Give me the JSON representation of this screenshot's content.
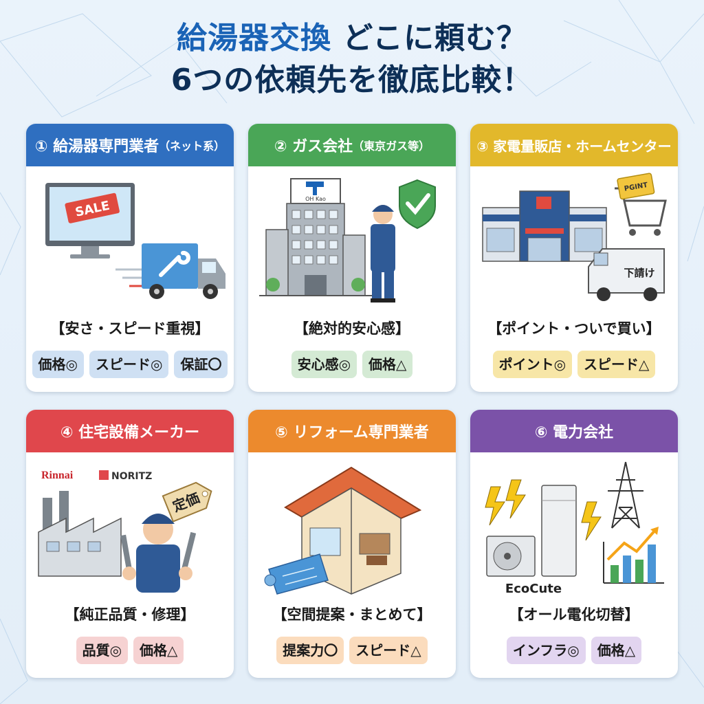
{
  "title": {
    "line1_accent": "給湯器交換",
    "line1_rest": " どこに頼む？",
    "line2": "6つの依頼先を徹底比較！"
  },
  "colors": {
    "card1": "#2f6fc0",
    "card2": "#4aa657",
    "card3": "#e2b82b",
    "card4": "#e0474c",
    "card5": "#ec8a2d",
    "card6": "#7b52a8"
  },
  "cards": [
    {
      "title": "① 給湯器専門業者",
      "title_small": "（ネット系）",
      "illus_text": [
        "SALE"
      ],
      "tagline": "【安さ・スピード重視】",
      "pills": [
        "価格◎",
        "スピード◎",
        "保証〇"
      ]
    },
    {
      "title": "② ガス会社",
      "title_small": "（東京ガス等）",
      "illus_text": [
        "OH Kao"
      ],
      "tagline": "【絶対的安心感】",
      "pills": [
        "安心感◎",
        "価格△"
      ]
    },
    {
      "title": "③ 家電量販店・ホームセンター",
      "title_small": "",
      "illus_text": [
        "PGINT",
        "下請け"
      ],
      "tagline": "【ポイント・ついで買い】",
      "pills": [
        "ポイント◎",
        "スピード△"
      ]
    },
    {
      "title": "④ 住宅設備メーカー",
      "title_small": "",
      "illus_text": [
        "Rinnai",
        "NORITZ",
        "定価"
      ],
      "tagline": "【純正品質・修理】",
      "pills": [
        "品質◎",
        "価格△"
      ]
    },
    {
      "title": "⑤ リフォーム専門業者",
      "title_small": "",
      "illus_text": [],
      "tagline": "【空間提案・まとめて】",
      "pills": [
        "提案力〇",
        "スピード△"
      ]
    },
    {
      "title": "⑥ 電力会社",
      "title_small": "",
      "illus_text": [
        "EcoCute"
      ],
      "tagline": "【オール電化切替】",
      "pills": [
        "インフラ◎",
        "価格△"
      ]
    }
  ]
}
